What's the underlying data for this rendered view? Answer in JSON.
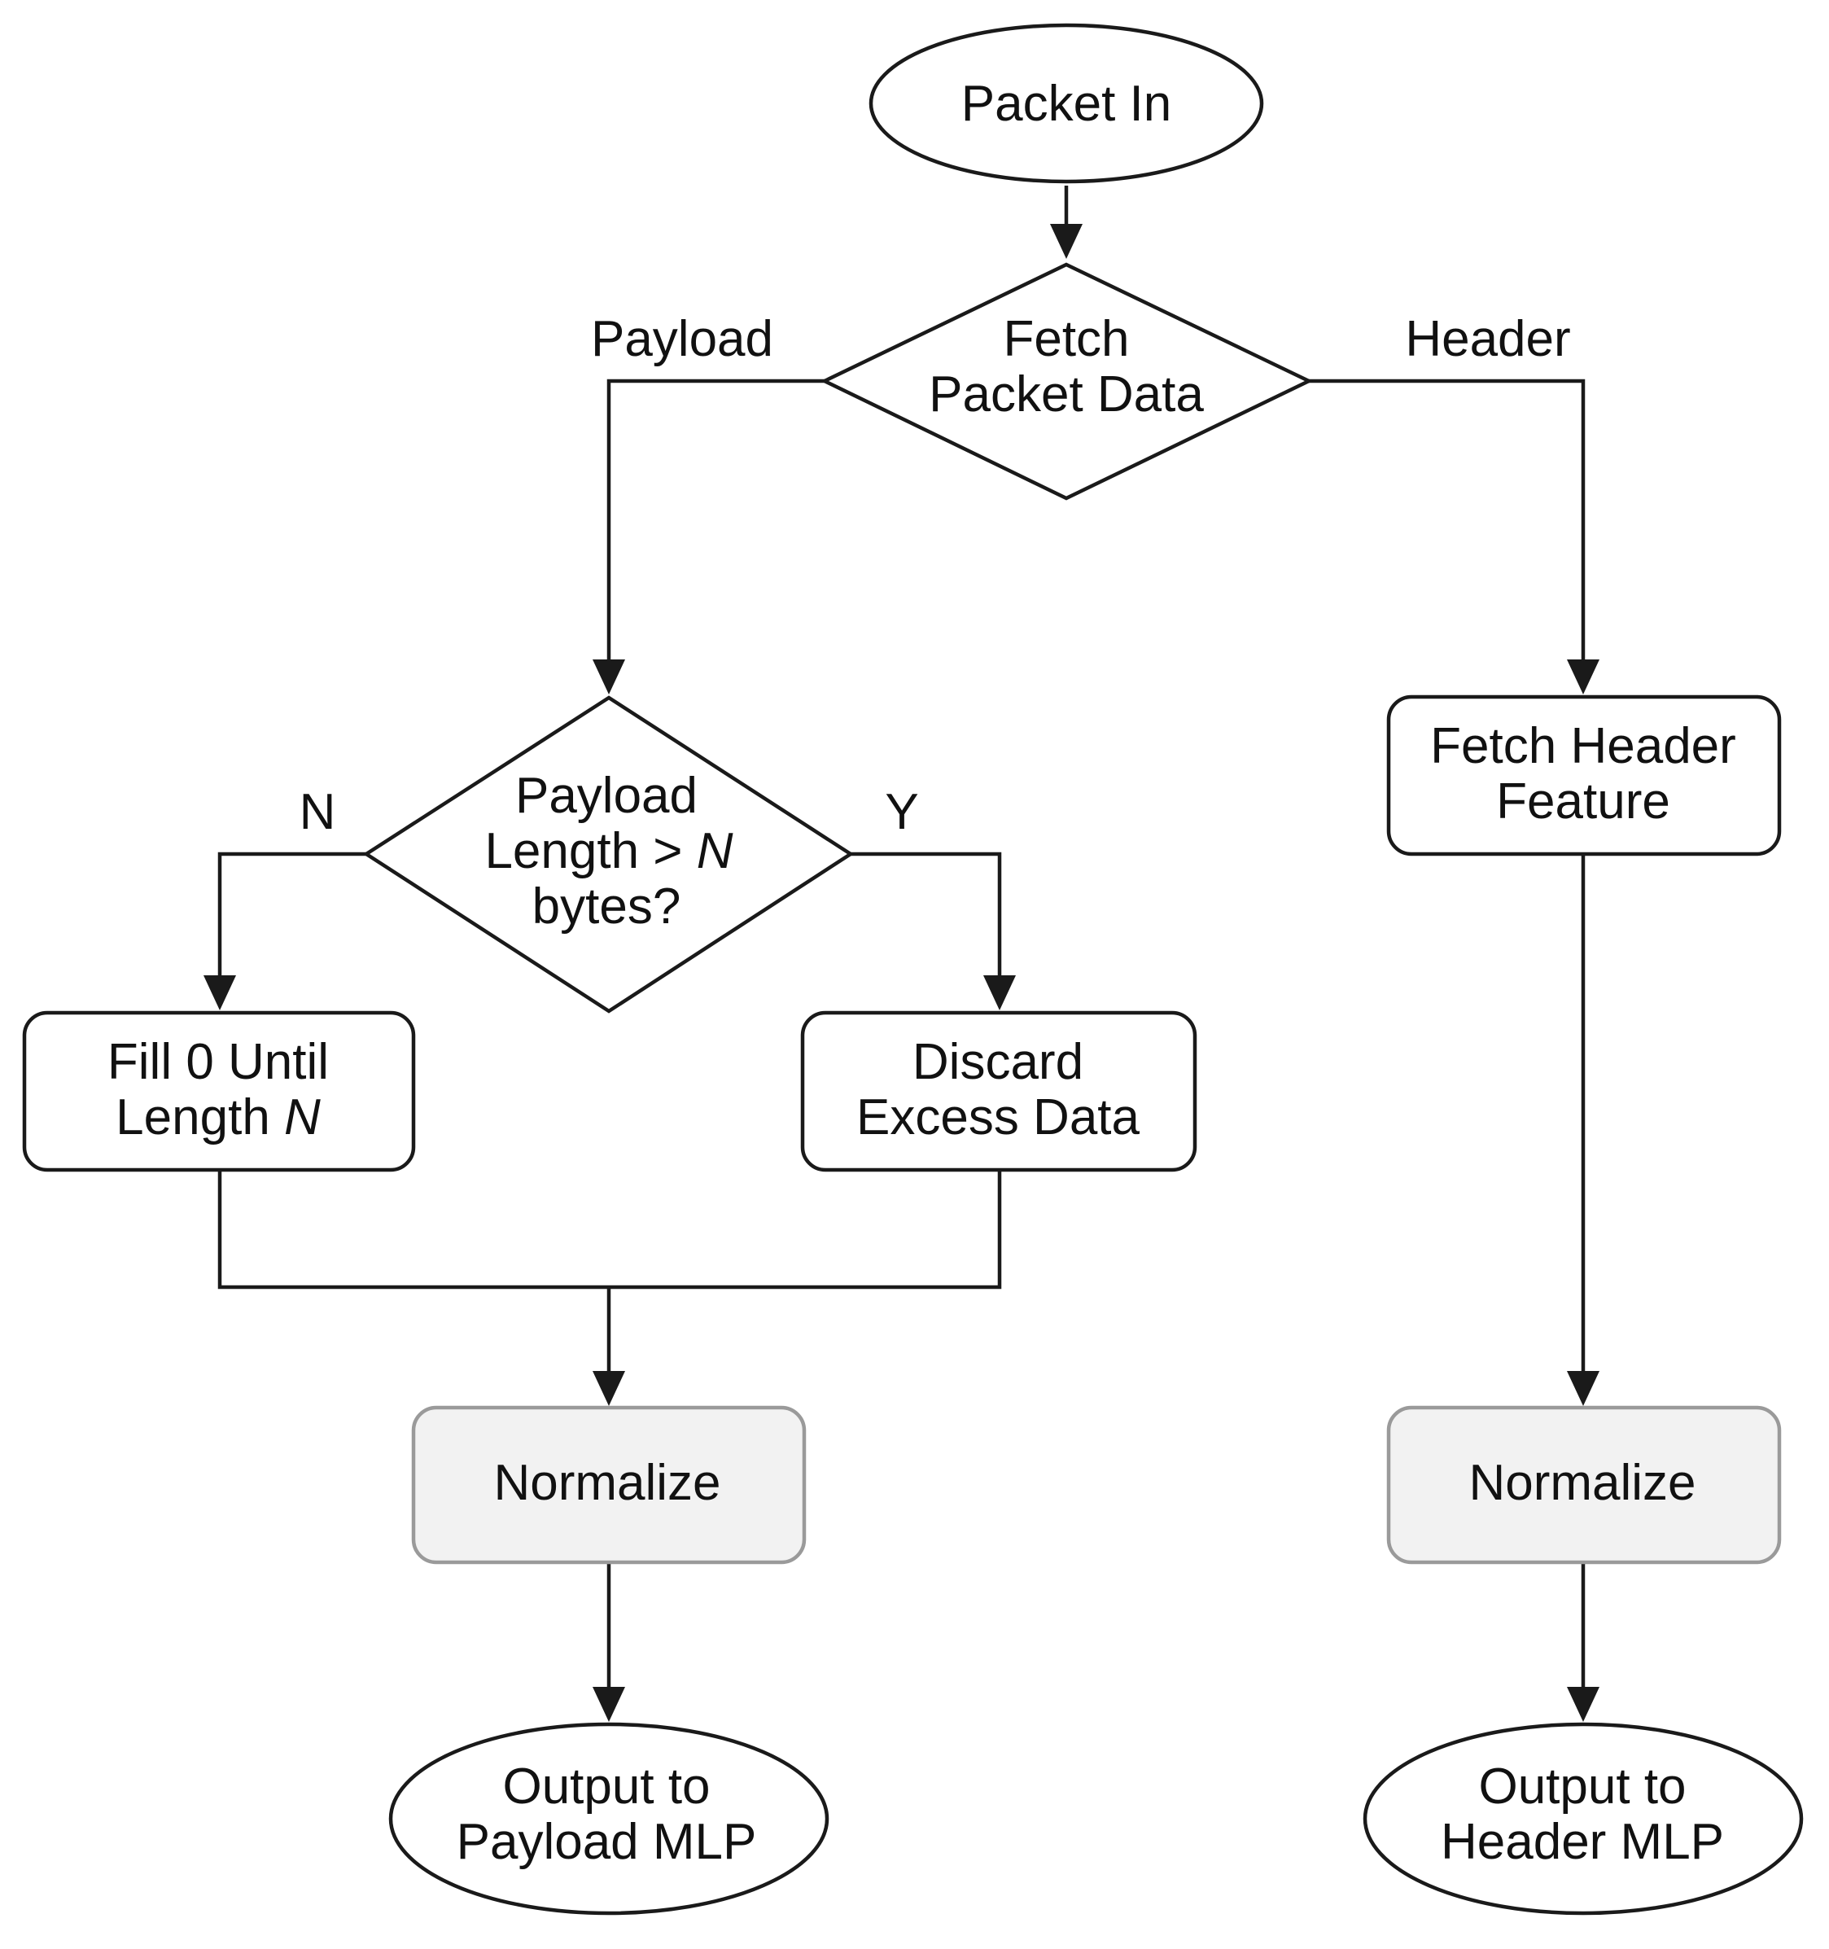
{
  "nodes": {
    "packet_in": {
      "text": "Packet In"
    },
    "fetch_packet_data": {
      "line1": "Fetch",
      "line2": "Packet Data"
    },
    "payload_length_check": {
      "line1": "Payload",
      "line2_prefix": "Length > ",
      "line2_var": "N",
      "line3": "bytes?"
    },
    "fill_zero": {
      "line1": "Fill 0 Until",
      "line2_prefix": "Length ",
      "line2_var": "N"
    },
    "discard_excess": {
      "line1": "Discard",
      "line2": "Excess Data"
    },
    "normalize_payload": {
      "text": "Normalize"
    },
    "output_payload": {
      "line1": "Output to",
      "line2": "Payload MLP"
    },
    "fetch_header_feature": {
      "line1": "Fetch Header",
      "line2": "Feature"
    },
    "normalize_header": {
      "text": "Normalize"
    },
    "output_header": {
      "line1": "Output to",
      "line2": "Header MLP"
    }
  },
  "edge_labels": {
    "payload": "Payload",
    "header": "Header",
    "no": "N",
    "yes": "Y"
  },
  "colors": {
    "stroke": "#1a1a1a",
    "normalize_fill": "#f2f2f2",
    "normalize_stroke": "#9a9a9a"
  }
}
